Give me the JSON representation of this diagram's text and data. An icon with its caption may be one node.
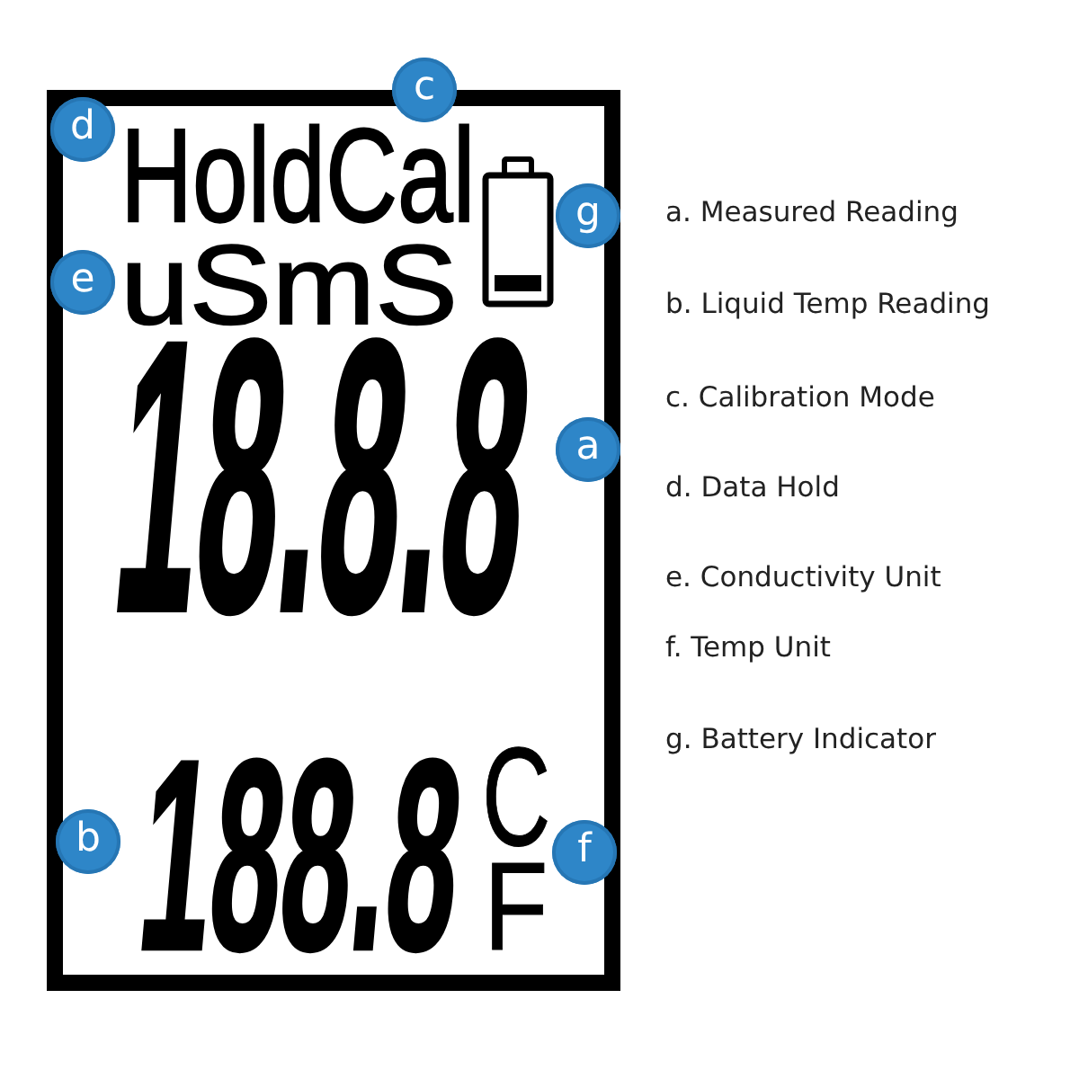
{
  "diagram": {
    "nodes": [
      {
        "text": [
          "HoldCal",
          "uSmS",
          "18.8.8",
          "188.8",
          "C",
          "F"
        ]
      },
      {
        "text": [
          "d"
        ],
        "in": 0
      },
      {
        "text": [
          "c"
        ]
      },
      {
        "text": [
          "g"
        ],
        "in": 0
      },
      {
        "text": [
          "e"
        ],
        "in": 0
      },
      {
        "text": [
          "a"
        ],
        "in": 0
      },
      {
        "text": [
          "b"
        ],
        "in": 0
      },
      {
        "text": [
          "f"
        ],
        "in": 0
      }
    ],
    "labels": [
      "a. Measured Reading",
      "b. Liquid Temp Reading",
      "c. Calibration Mode",
      "d. Data Hold",
      "e. Conductivity Unit",
      "f. Temp Unit",
      "g. Battery Indicator"
    ]
  }
}
